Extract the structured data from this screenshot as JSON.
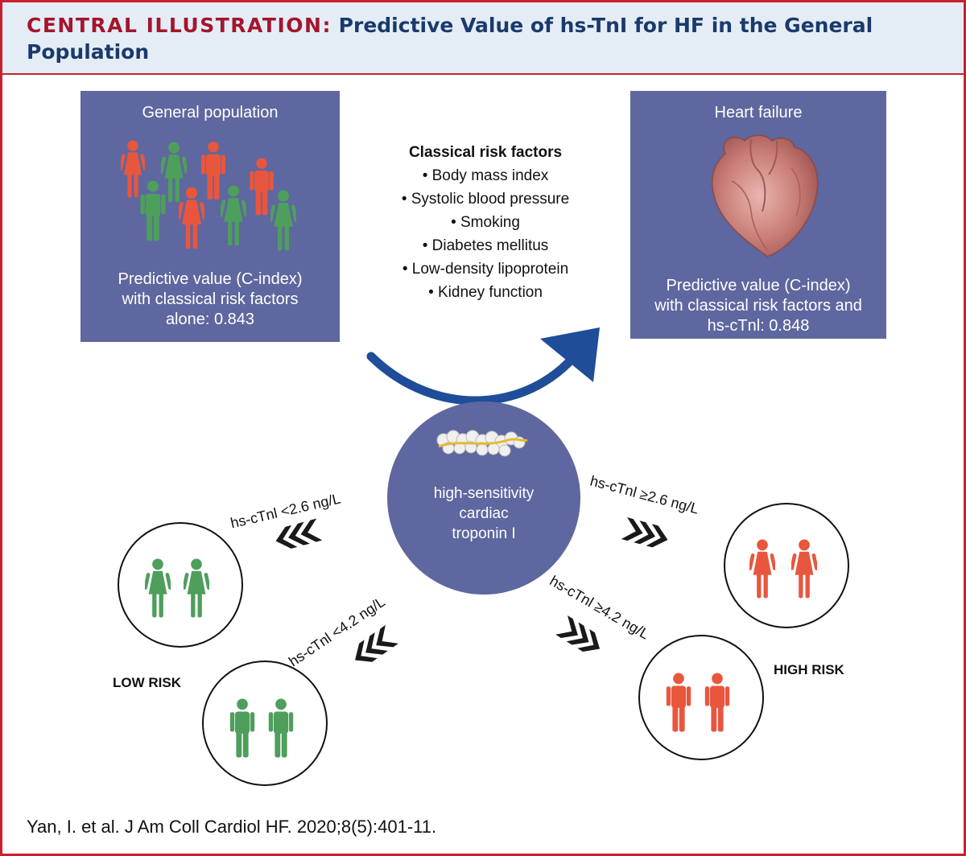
{
  "header": {
    "label": "CENTRAL ILLUSTRATION:",
    "title": "Predictive Value of hs-TnI for HF in the General Population"
  },
  "left_panel": {
    "title": "General population",
    "caption": [
      "Predictive value (C-index)",
      "with classical risk factors",
      "alone: 0.843"
    ]
  },
  "right_panel": {
    "title": "Heart failure",
    "caption": [
      "Predictive value (C-index)",
      "with classical risk factors and",
      "hs-cTnl: 0.848"
    ]
  },
  "risk_factors": {
    "title": "Classical risk factors",
    "items": [
      "Body mass index",
      "Systolic blood pressure",
      "Smoking",
      "Diabetes mellitus",
      "Low-density lipoprotein",
      "Kidney function"
    ]
  },
  "center": {
    "label": [
      "high-sensitivity",
      "cardiac",
      "troponin I"
    ]
  },
  "thresholds": {
    "low_female": "hs-cTnl <2.6 ng/L",
    "low_male": "hs-cTnl <4.2 ng/L",
    "high_female": "hs-cTnl ≥2.6 ng/L",
    "high_male": "hs-cTnl ≥4.2 ng/L"
  },
  "risk_labels": {
    "low": "LOW RISK",
    "high": "HIGH RISK"
  },
  "citation": "Yan, I. et al. J Am Coll Cardiol HF. 2020;8(5):401-11.",
  "colors": {
    "panel": "#5e679f",
    "low_risk": "#4e9e5c",
    "high_risk": "#e8563e",
    "arrow": "#1f4d99",
    "frame": "#c8202e",
    "header_bg": "#e4edf6"
  },
  "icons": [
    "person-female-icon",
    "person-male-icon",
    "heart-icon",
    "troponin-molecule-icon",
    "curved-arrow-icon",
    "chevron-left-icon",
    "chevron-right-icon"
  ]
}
